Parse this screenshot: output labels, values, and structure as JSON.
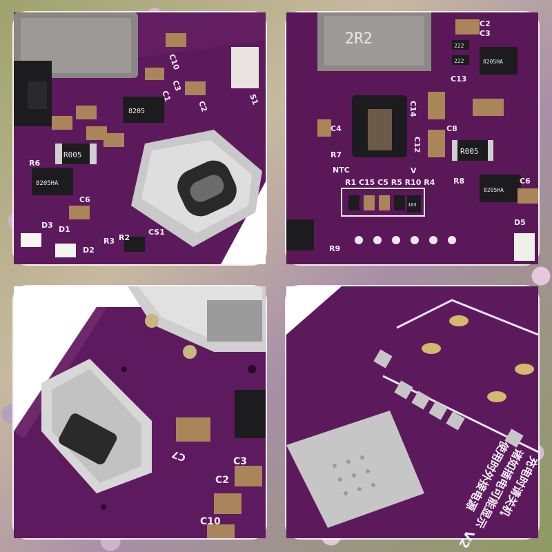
{
  "photo_labels": {
    "p1": {
      "ic_top": "8205",
      "ic_mid": "8205HA",
      "resistor": "R005",
      "c10": "C10",
      "c3": "C3",
      "c1": "C1",
      "c2": "C2",
      "c6": "C6",
      "r6": "R6",
      "r2": "R2",
      "r3": "R3",
      "s1": "S1",
      "d1": "D1",
      "d2": "D2",
      "d3": "D3",
      "cs1": "CS1"
    },
    "p2": {
      "inductor": "2R2",
      "c2": "C2",
      "c3": "C3",
      "c13": "C13",
      "c14": "C14",
      "c4": "C4",
      "c8": "C8",
      "c12": "C12",
      "c6": "C6",
      "r7": "R7",
      "r8": "R8",
      "r9": "R9",
      "d5": "D5",
      "v": "V",
      "ntc": "NTC",
      "row_labels": "R1 C15 C5 R5 R10 R4",
      "resistor": "R005",
      "ic_a": "8205HA",
      "ic_b": "8205HA",
      "smd_a": "222",
      "smd_b": "222",
      "smd_c": "103"
    },
    "p3": {
      "c7": "C7",
      "c2": "C2",
      "c3": "C3",
      "c10": "C10"
    },
    "p4": {
      "line1": "充电时请关机",
      "line2": "诸如插电可能显示",
      "line3": "使用时外接电源",
      "version": "V2"
    }
  },
  "colors": {
    "pcb": "#5e1a5e",
    "pcb_dark": "#3e0f40",
    "pad": "#c8c8c8",
    "chip": "#1c1c1e"
  }
}
